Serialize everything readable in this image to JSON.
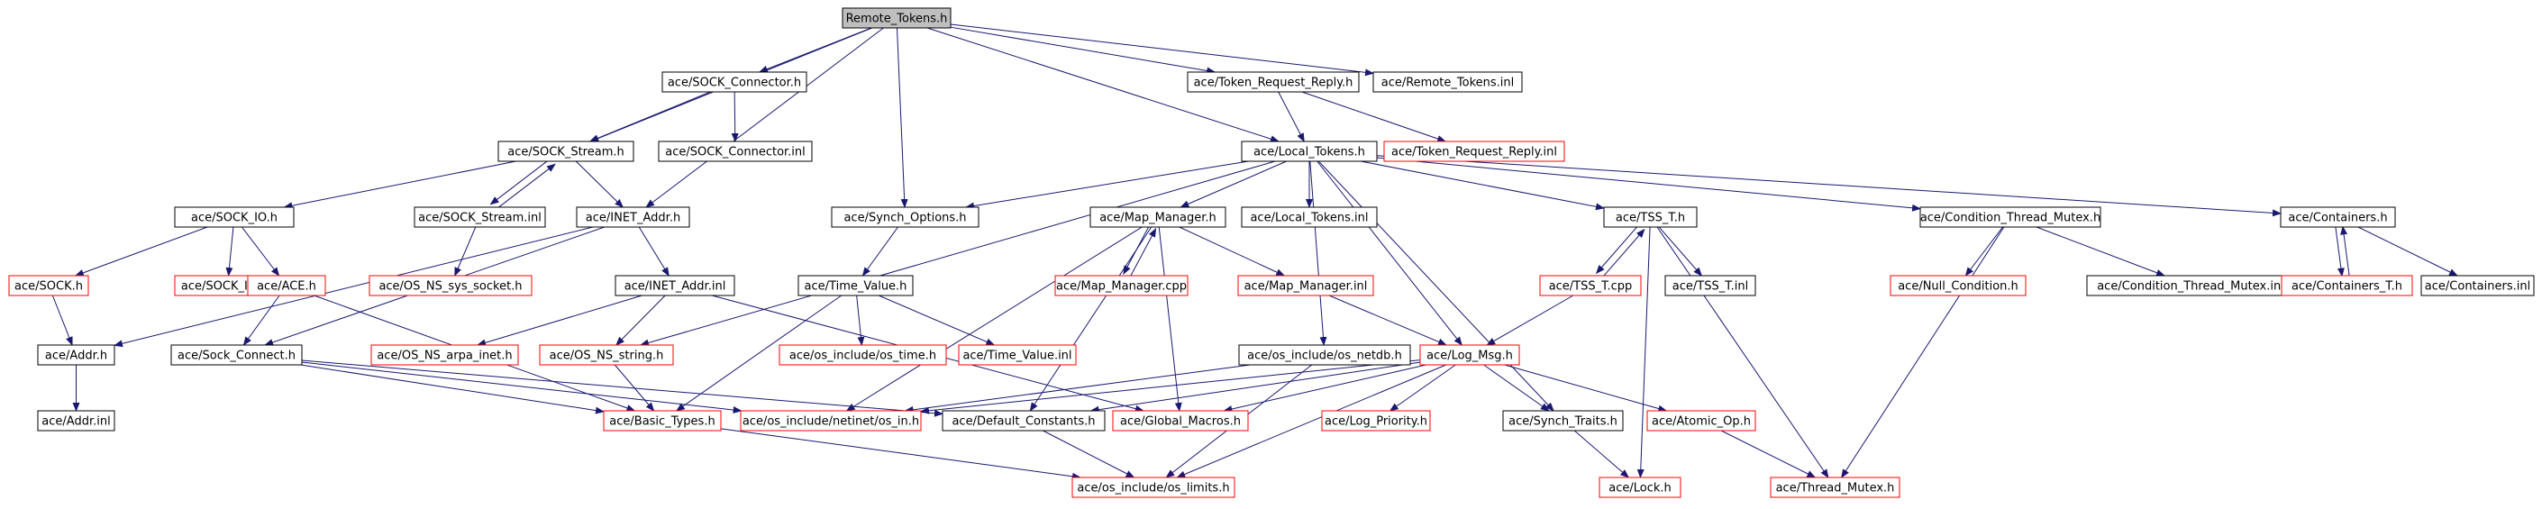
{
  "colors": {
    "edge": "#191970",
    "node_border_default": "#000000",
    "node_border_incomplete": "#ff0000",
    "root_fill": "#bfbfbf",
    "node_fill": "#ffffff"
  },
  "nodes": [
    {
      "id": "n_remote_tokens_h",
      "label": "Remote_Tokens.h",
      "style": "root"
    },
    {
      "id": "n_sock_connector_h",
      "label": "ace/SOCK_Connector.h",
      "style": "black"
    },
    {
      "id": "n_token_request_reply_h",
      "label": "ace/Token_Request_Reply.h",
      "style": "black"
    },
    {
      "id": "n_remote_tokens_inl",
      "label": "ace/Remote_Tokens.inl",
      "style": "black"
    },
    {
      "id": "n_sock_stream_h",
      "label": "ace/SOCK_Stream.h",
      "style": "black"
    },
    {
      "id": "n_sock_connector_inl",
      "label": "ace/SOCK_Connector.inl",
      "style": "black"
    },
    {
      "id": "n_local_tokens_h",
      "label": "ace/Local_Tokens.h",
      "style": "black"
    },
    {
      "id": "n_token_request_reply_inl",
      "label": "ace/Token_Request_Reply.inl",
      "style": "red"
    },
    {
      "id": "n_sock_io_h",
      "label": "ace/SOCK_IO.h",
      "style": "black"
    },
    {
      "id": "n_sock_stream_inl",
      "label": "ace/SOCK_Stream.inl",
      "style": "black"
    },
    {
      "id": "n_inet_addr_h",
      "label": "ace/INET_Addr.h",
      "style": "black"
    },
    {
      "id": "n_synch_options_h",
      "label": "ace/Synch_Options.h",
      "style": "black"
    },
    {
      "id": "n_map_manager_h",
      "label": "ace/Map_Manager.h",
      "style": "black"
    },
    {
      "id": "n_local_tokens_inl",
      "label": "ace/Local_Tokens.inl",
      "style": "black"
    },
    {
      "id": "n_tss_t_h",
      "label": "ace/TSS_T.h",
      "style": "black"
    },
    {
      "id": "n_condition_thread_mutex_h",
      "label": "ace/Condition_Thread_Mutex.h",
      "style": "black"
    },
    {
      "id": "n_containers_h",
      "label": "ace/Containers.h",
      "style": "black"
    },
    {
      "id": "n_sock_h",
      "label": "ace/SOCK.h",
      "style": "red"
    },
    {
      "id": "n_sock_io_inl",
      "label": "ace/SOCK_IO.inl",
      "style": "red"
    },
    {
      "id": "n_ace_h",
      "label": "ace/ACE.h",
      "style": "red"
    },
    {
      "id": "n_os_ns_sys_socket_h",
      "label": "ace/OS_NS_sys_socket.h",
      "style": "red"
    },
    {
      "id": "n_inet_addr_inl",
      "label": "ace/INET_Addr.inl",
      "style": "black"
    },
    {
      "id": "n_time_value_h",
      "label": "ace/Time_Value.h",
      "style": "black"
    },
    {
      "id": "n_map_manager_cpp",
      "label": "ace/Map_Manager.cpp",
      "style": "red"
    },
    {
      "id": "n_map_manager_inl",
      "label": "ace/Map_Manager.inl",
      "style": "red"
    },
    {
      "id": "n_tss_t_cpp",
      "label": "ace/TSS_T.cpp",
      "style": "red"
    },
    {
      "id": "n_tss_t_inl",
      "label": "ace/TSS_T.inl",
      "style": "black"
    },
    {
      "id": "n_null_condition_h",
      "label": "ace/Null_Condition.h",
      "style": "red"
    },
    {
      "id": "n_condition_thread_mutex_inl",
      "label": "ace/Condition_Thread_Mutex.inl",
      "style": "black"
    },
    {
      "id": "n_containers_t_h",
      "label": "ace/Containers_T.h",
      "style": "red"
    },
    {
      "id": "n_containers_inl",
      "label": "ace/Containers.inl",
      "style": "black"
    },
    {
      "id": "n_addr_h",
      "label": "ace/Addr.h",
      "style": "black"
    },
    {
      "id": "n_sock_connect_h",
      "label": "ace/Sock_Connect.h",
      "style": "black"
    },
    {
      "id": "n_os_ns_arpa_inet_h",
      "label": "ace/OS_NS_arpa_inet.h",
      "style": "red"
    },
    {
      "id": "n_os_ns_string_h",
      "label": "ace/OS_NS_string.h",
      "style": "red"
    },
    {
      "id": "n_os_time_h",
      "label": "ace/os_include/os_time.h",
      "style": "red"
    },
    {
      "id": "n_time_value_inl",
      "label": "ace/Time_Value.inl",
      "style": "red"
    },
    {
      "id": "n_os_netdb_h",
      "label": "ace/os_include/os_netdb.h",
      "style": "black"
    },
    {
      "id": "n_log_msg_h",
      "label": "ace/Log_Msg.h",
      "style": "red"
    },
    {
      "id": "n_addr_inl",
      "label": "ace/Addr.inl",
      "style": "black"
    },
    {
      "id": "n_basic_types_h",
      "label": "ace/Basic_Types.h",
      "style": "red"
    },
    {
      "id": "n_os_in_h",
      "label": "ace/os_include/netinet/os_in.h",
      "style": "red"
    },
    {
      "id": "n_default_constants_h",
      "label": "ace/Default_Constants.h",
      "style": "black"
    },
    {
      "id": "n_global_macros_h",
      "label": "ace/Global_Macros.h",
      "style": "red"
    },
    {
      "id": "n_log_priority_h",
      "label": "ace/Log_Priority.h",
      "style": "red"
    },
    {
      "id": "n_synch_traits_h",
      "label": "ace/Synch_Traits.h",
      "style": "black"
    },
    {
      "id": "n_atomic_op_h",
      "label": "ace/Atomic_Op.h",
      "style": "red"
    },
    {
      "id": "n_os_limits_h",
      "label": "ace/os_include/os_limits.h",
      "style": "red"
    },
    {
      "id": "n_lock_h",
      "label": "ace/Lock.h",
      "style": "red"
    },
    {
      "id": "n_thread_mutex_h",
      "label": "ace/Thread_Mutex.h",
      "style": "red"
    }
  ],
  "edges": [
    [
      "n_remote_tokens_h",
      "n_sock_connector_h"
    ],
    [
      "n_remote_tokens_h",
      "n_token_request_reply_h"
    ],
    [
      "n_remote_tokens_h",
      "n_remote_tokens_inl"
    ],
    [
      "n_remote_tokens_h",
      "n_sock_stream_h"
    ],
    [
      "n_remote_tokens_h",
      "n_local_tokens_h"
    ],
    [
      "n_remote_tokens_h",
      "n_synch_options_h"
    ],
    [
      "n_remote_tokens_h",
      "n_inet_addr_h"
    ],
    [
      "n_sock_connector_h",
      "n_sock_stream_h"
    ],
    [
      "n_sock_connector_h",
      "n_sock_connector_inl"
    ],
    [
      "n_token_request_reply_h",
      "n_local_tokens_h"
    ],
    [
      "n_token_request_reply_h",
      "n_token_request_reply_inl"
    ],
    [
      "n_sock_stream_h",
      "n_sock_io_h"
    ],
    [
      "n_sock_stream_h",
      "n_sock_stream_inl"
    ],
    [
      "n_sock_stream_h",
      "n_inet_addr_h"
    ],
    [
      "n_sock_stream_inl",
      "n_sock_stream_h"
    ],
    [
      "n_sock_stream_inl",
      "n_os_ns_sys_socket_h"
    ],
    [
      "n_sock_io_h",
      "n_sock_h"
    ],
    [
      "n_sock_io_h",
      "n_sock_io_inl"
    ],
    [
      "n_sock_io_h",
      "n_ace_h"
    ],
    [
      "n_sock_h",
      "n_addr_h"
    ],
    [
      "n_ace_h",
      "n_sock_connect_h"
    ],
    [
      "n_ace_h",
      "n_basic_types_h"
    ],
    [
      "n_inet_addr_h",
      "n_addr_h"
    ],
    [
      "n_inet_addr_h",
      "n_inet_addr_inl"
    ],
    [
      "n_inet_addr_h",
      "n_sock_connect_h"
    ],
    [
      "n_inet_addr_inl",
      "n_os_ns_arpa_inet_h"
    ],
    [
      "n_inet_addr_inl",
      "n_os_ns_string_h"
    ],
    [
      "n_inet_addr_inl",
      "n_global_macros_h"
    ],
    [
      "n_addr_h",
      "n_addr_inl"
    ],
    [
      "n_sock_connect_h",
      "n_basic_types_h"
    ],
    [
      "n_sock_connect_h",
      "n_os_in_h"
    ],
    [
      "n_sock_connect_h",
      "n_default_constants_h"
    ],
    [
      "n_os_ns_string_h",
      "n_basic_types_h"
    ],
    [
      "n_local_tokens_h",
      "n_synch_options_h"
    ],
    [
      "n_local_tokens_h",
      "n_map_manager_h"
    ],
    [
      "n_local_tokens_h",
      "n_local_tokens_inl"
    ],
    [
      "n_local_tokens_h",
      "n_tss_t_h"
    ],
    [
      "n_local_tokens_h",
      "n_condition_thread_mutex_h"
    ],
    [
      "n_local_tokens_h",
      "n_containers_h"
    ],
    [
      "n_local_tokens_h",
      "n_os_ns_string_h"
    ],
    [
      "n_local_tokens_h",
      "n_log_msg_h"
    ],
    [
      "n_local_tokens_h",
      "n_os_netdb_h"
    ],
    [
      "n_local_tokens_h",
      "n_synch_traits_h"
    ],
    [
      "n_synch_options_h",
      "n_time_value_h"
    ],
    [
      "n_time_value_h",
      "n_os_time_h"
    ],
    [
      "n_time_value_h",
      "n_time_value_inl"
    ],
    [
      "n_time_value_h",
      "n_basic_types_h"
    ],
    [
      "n_map_manager_h",
      "n_map_manager_cpp"
    ],
    [
      "n_map_manager_cpp",
      "n_map_manager_h"
    ],
    [
      "n_map_manager_h",
      "n_map_manager_inl"
    ],
    [
      "n_map_manager_h",
      "n_default_constants_h"
    ],
    [
      "n_map_manager_h",
      "n_global_macros_h"
    ],
    [
      "n_map_manager_h",
      "n_os_in_h"
    ],
    [
      "n_map_manager_inl",
      "n_log_msg_h"
    ],
    [
      "n_os_netdb_h",
      "n_os_in_h"
    ],
    [
      "n_os_netdb_h",
      "n_os_limits_h"
    ],
    [
      "n_log_msg_h",
      "n_default_constants_h"
    ],
    [
      "n_log_msg_h",
      "n_global_macros_h"
    ],
    [
      "n_log_msg_h",
      "n_log_priority_h"
    ],
    [
      "n_log_msg_h",
      "n_synch_traits_h"
    ],
    [
      "n_log_msg_h",
      "n_atomic_op_h"
    ],
    [
      "n_log_msg_h",
      "n_os_limits_h"
    ],
    [
      "n_log_msg_h",
      "n_os_in_h"
    ],
    [
      "n_basic_types_h",
      "n_os_limits_h"
    ],
    [
      "n_default_constants_h",
      "n_os_limits_h"
    ],
    [
      "n_synch_traits_h",
      "n_lock_h"
    ],
    [
      "n_atomic_op_h",
      "n_thread_mutex_h"
    ],
    [
      "n_tss_t_h",
      "n_tss_t_cpp"
    ],
    [
      "n_tss_t_cpp",
      "n_tss_t_h"
    ],
    [
      "n_tss_t_h",
      "n_tss_t_inl"
    ],
    [
      "n_tss_t_h",
      "n_lock_h"
    ],
    [
      "n_tss_t_h",
      "n_thread_mutex_h"
    ],
    [
      "n_tss_t_cpp",
      "n_log_msg_h"
    ],
    [
      "n_condition_thread_mutex_h",
      "n_null_condition_h"
    ],
    [
      "n_condition_thread_mutex_h",
      "n_condition_thread_mutex_inl"
    ],
    [
      "n_condition_thread_mutex_h",
      "n_thread_mutex_h"
    ],
    [
      "n_containers_h",
      "n_containers_t_h"
    ],
    [
      "n_containers_t_h",
      "n_containers_h"
    ],
    [
      "n_containers_h",
      "n_containers_inl"
    ]
  ]
}
